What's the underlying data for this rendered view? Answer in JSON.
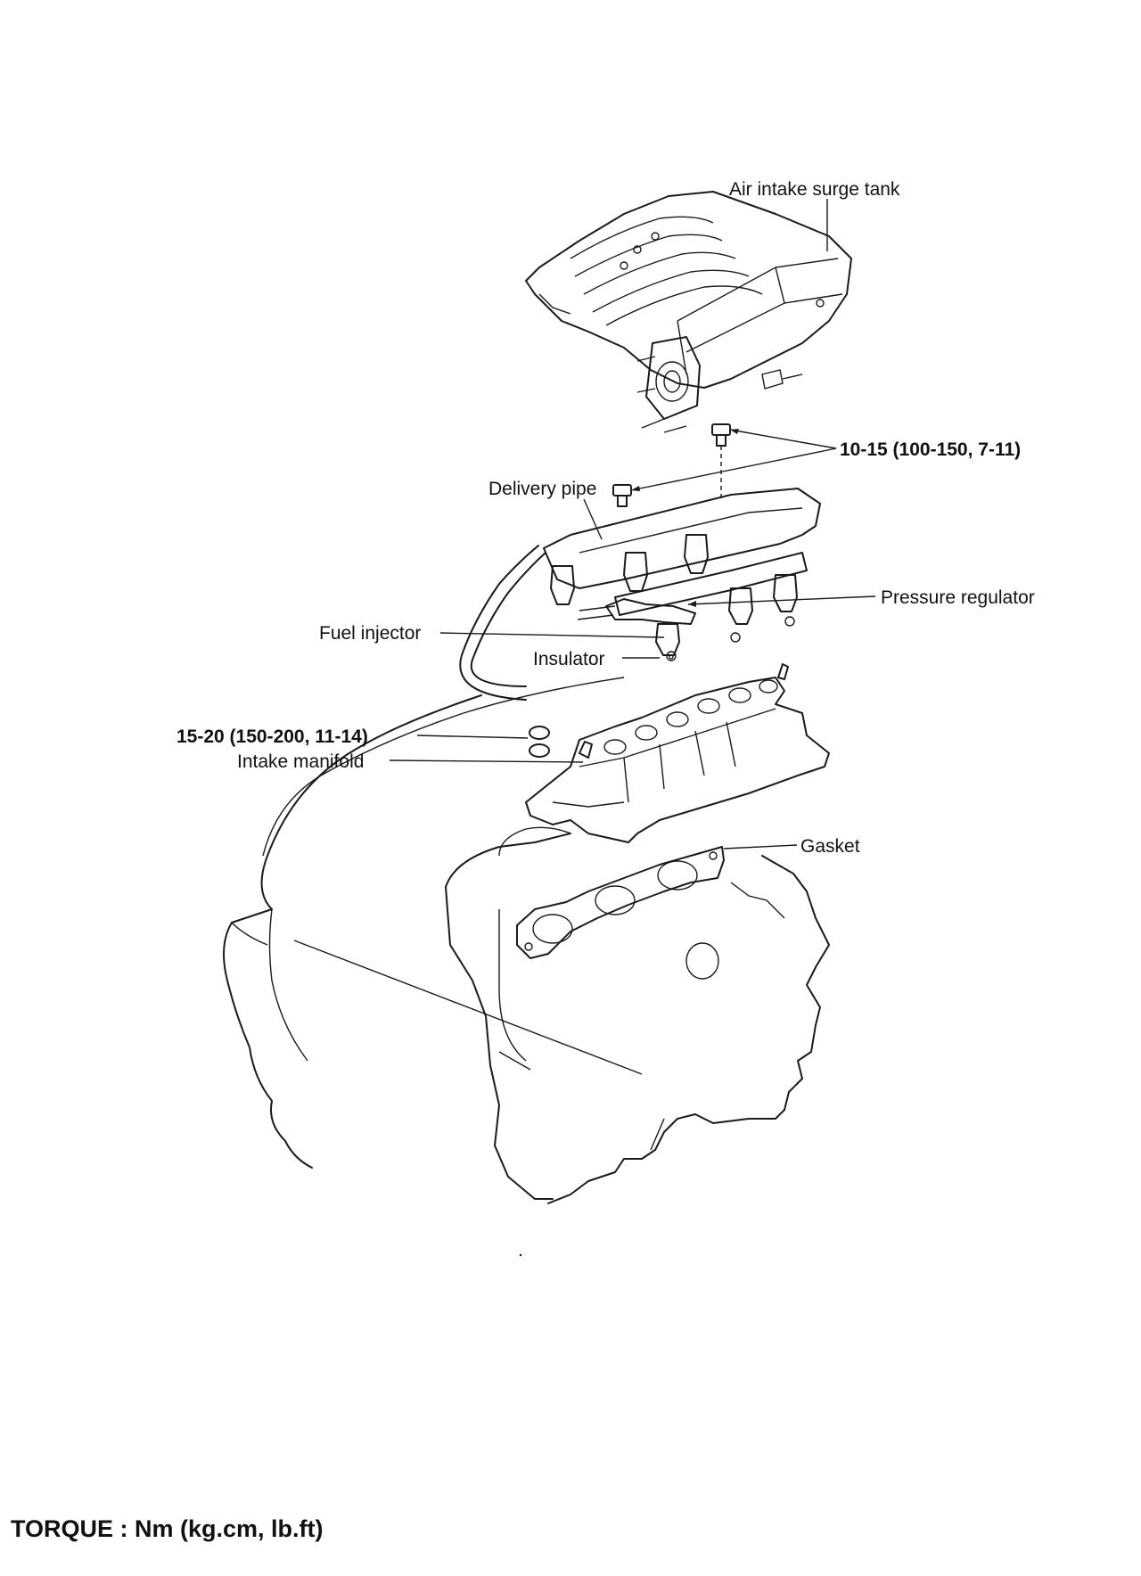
{
  "labels": {
    "surge_tank": "Air intake surge tank",
    "torque_upper": "10-15 (100-150, 7-11)",
    "delivery_pipe": "Delivery pipe",
    "pressure_regulator": "Pressure regulator",
    "fuel_injector": "Fuel injector",
    "insulator": "Insulator",
    "torque_lower": "15-20 (150-200, 11-14)",
    "intake_manifold": "Intake manifold",
    "gasket": "Gasket"
  },
  "footer": {
    "torque_units": "TORQUE : Nm (kg.cm, lb.ft)"
  }
}
